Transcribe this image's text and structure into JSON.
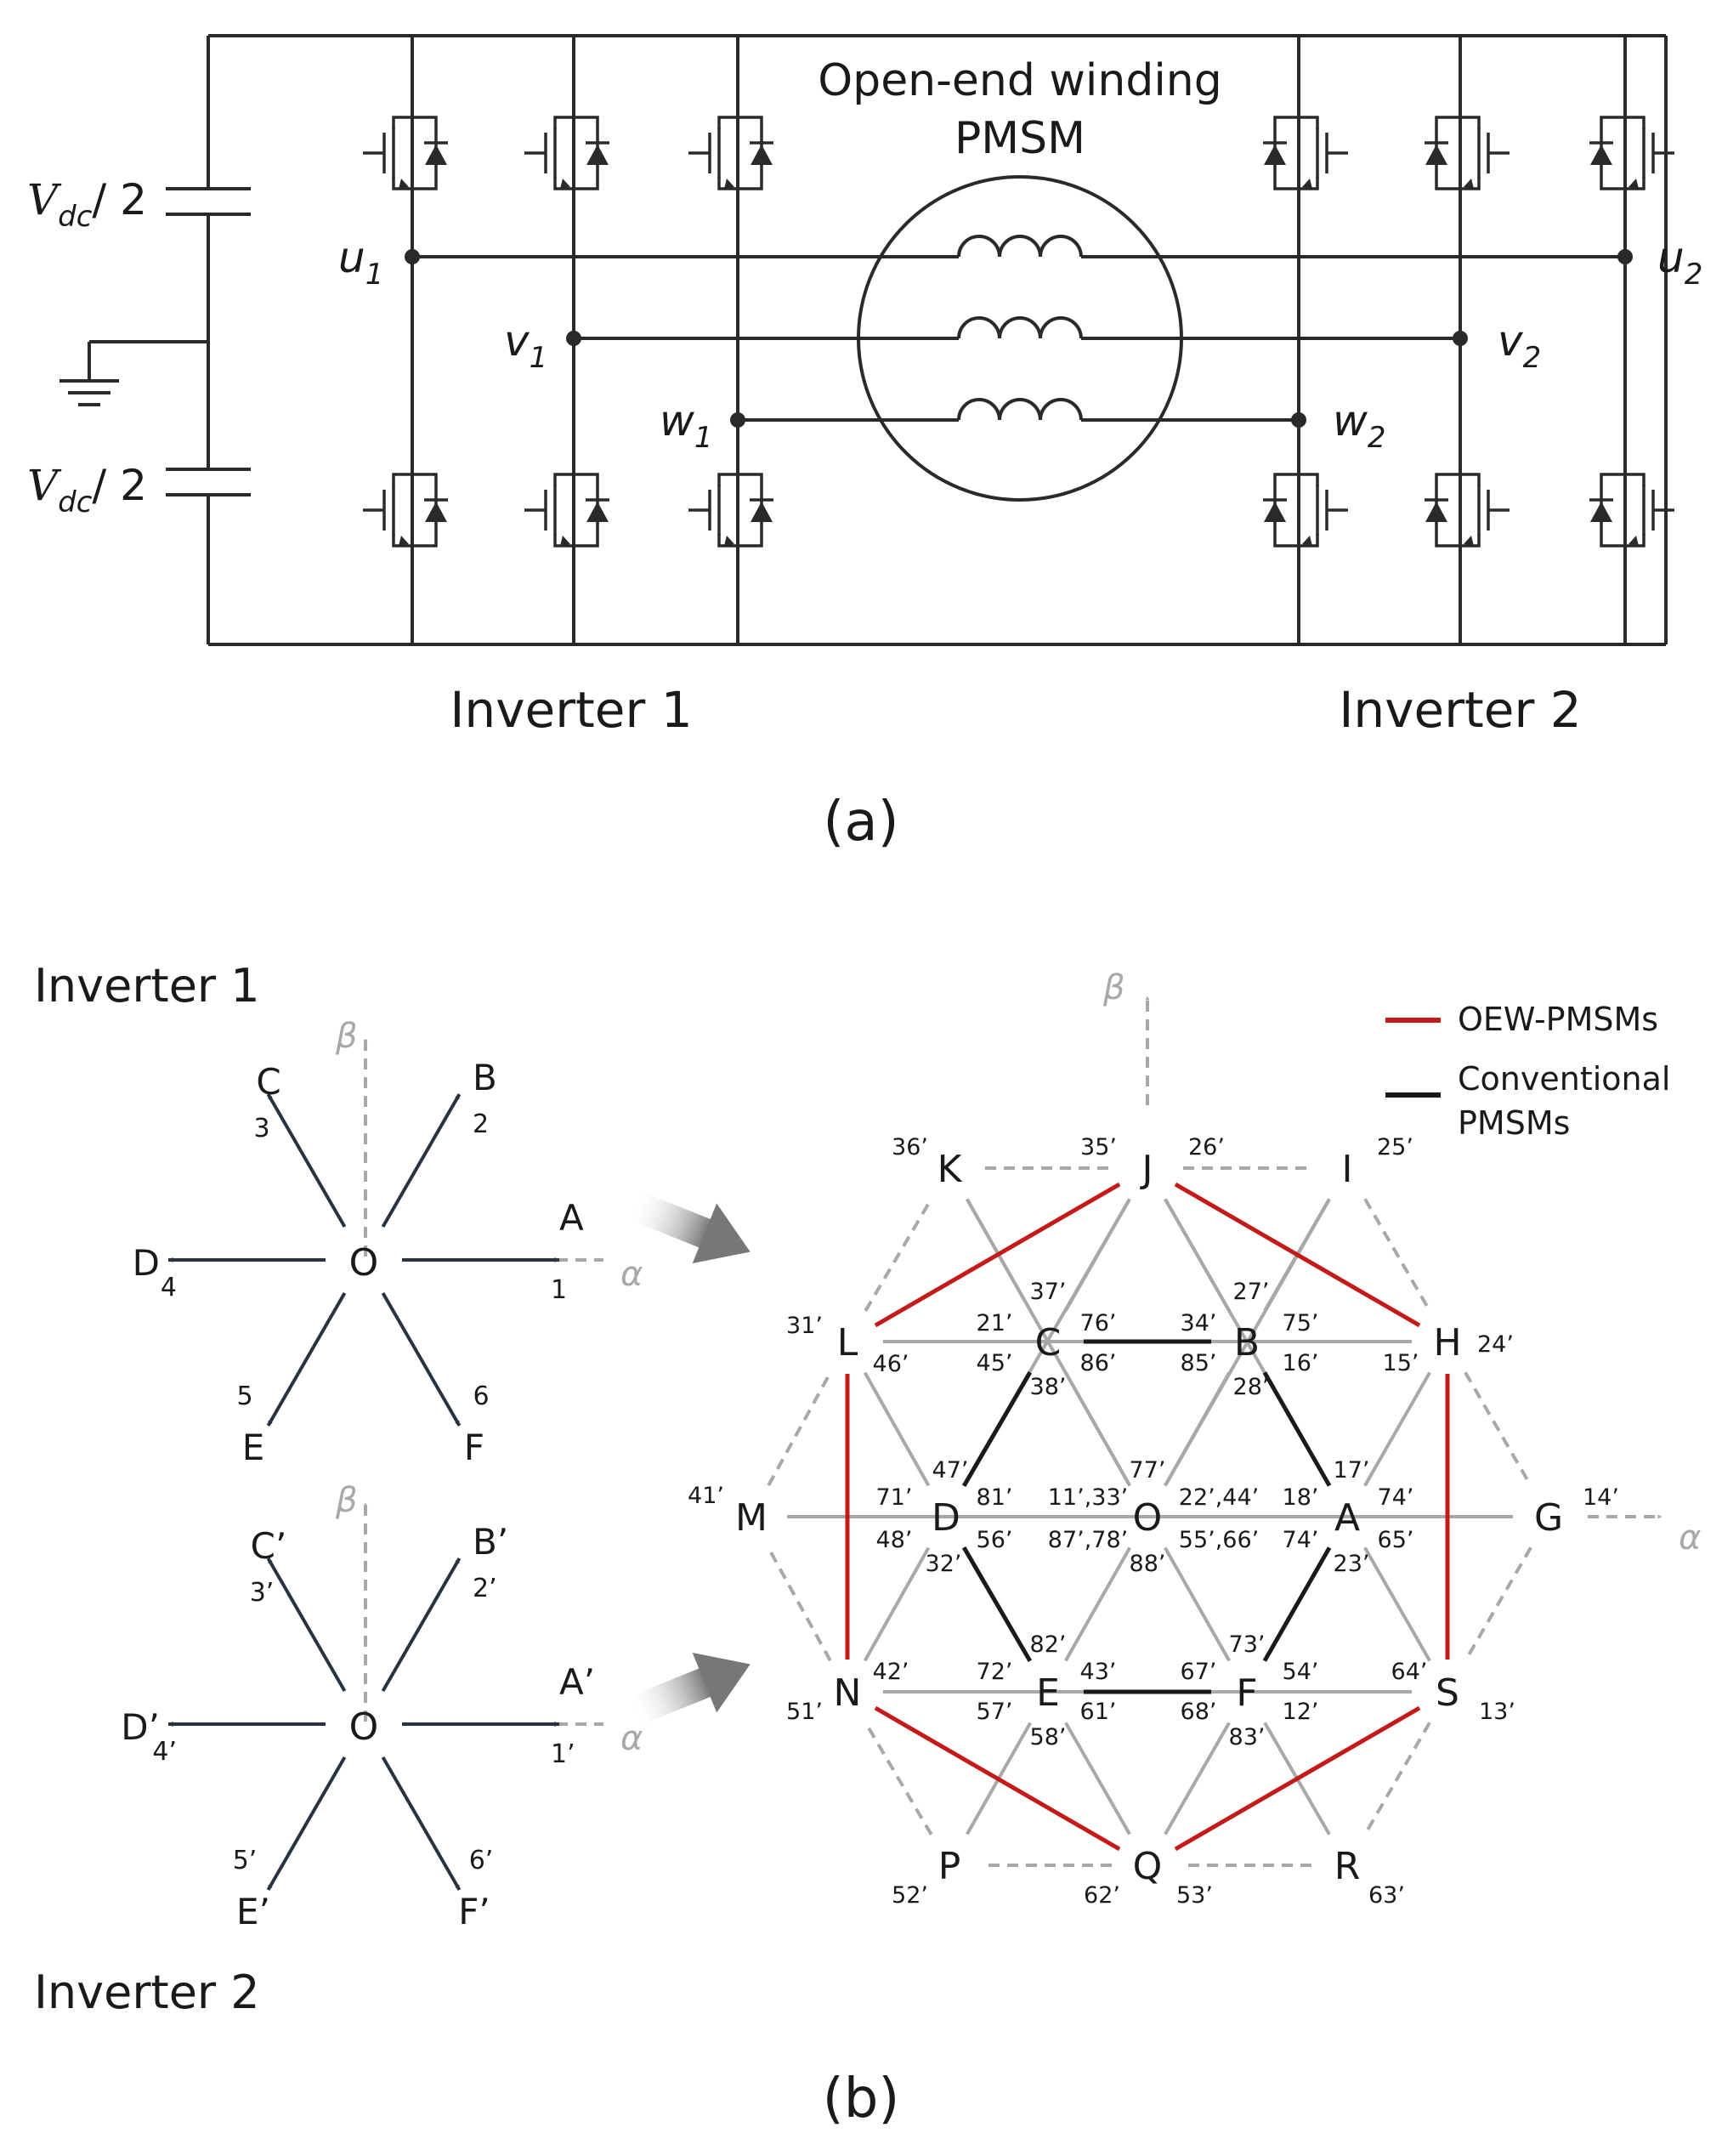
{
  "circuit": {
    "cap_top": "V",
    "cap_top_sub": "dc",
    "cap_top_rest": "/ 2",
    "cap_bot": "V",
    "cap_bot_sub": "dc",
    "cap_bot_rest": "/ 2",
    "u1": "u",
    "u1_sub": "1",
    "v1": "v",
    "v1_sub": "1",
    "w1": "w",
    "w1_sub": "1",
    "u2": "u",
    "u2_sub": "2",
    "v2": "v",
    "v2_sub": "2",
    "w2": "w",
    "w2_sub": "2",
    "motor_line1": "Open-end winding",
    "motor_line2": "PMSM",
    "inverter1_label": "Inverter 1",
    "inverter2_label": "Inverter 2",
    "caption": "(a)"
  },
  "inverter1_diagram": {
    "title": "Inverter 1",
    "beta": "β",
    "alpha": "α",
    "origin": "O",
    "vectors": [
      {
        "letter": "A",
        "num": "1"
      },
      {
        "letter": "B",
        "num": "2"
      },
      {
        "letter": "C",
        "num": "3"
      },
      {
        "letter": "D",
        "num": "4"
      },
      {
        "letter": "E",
        "num": "5"
      },
      {
        "letter": "F",
        "num": "6"
      }
    ]
  },
  "inverter2_diagram": {
    "title": "Inverter 2",
    "beta": "β",
    "alpha": "α",
    "origin": "O",
    "vectors": [
      {
        "letter": "A’",
        "num": "1’"
      },
      {
        "letter": "B’",
        "num": "2’"
      },
      {
        "letter": "C’",
        "num": "3’"
      },
      {
        "letter": "D’",
        "num": "4’"
      },
      {
        "letter": "E’",
        "num": "5’"
      },
      {
        "letter": "F’",
        "num": "6’"
      }
    ]
  },
  "hex_diagram": {
    "beta": "β",
    "alpha": "α",
    "legend": {
      "red_label": "OEW-PMSMs",
      "black_label1": "Conventional",
      "black_label2": "PMSMs",
      "red_color": "#c41a1a",
      "black_color": "#1a1a1a"
    },
    "nodes": {
      "O": "O",
      "A": "A",
      "B": "B",
      "C": "C",
      "D": "D",
      "E": "E",
      "F": "F",
      "G": "G",
      "H": "H",
      "I": "I",
      "J": "J",
      "K": "K",
      "L": "L",
      "M": "M",
      "N": "N",
      "P": "P",
      "Q": "Q",
      "R": "R",
      "S": "S"
    },
    "state_labels": {
      "K": "36’",
      "J_l": "35’",
      "J_r": "26’",
      "I": "25’",
      "C_top": "37’",
      "B_top": "27’",
      "L_t": "31’",
      "L_b": "46’",
      "LC_t": "21’",
      "LC_b": "45’",
      "CB_t1": "76’",
      "CB_b1": "86’",
      "CB_t2": "34’",
      "CB_b2": "85’",
      "BH_t": "75’",
      "BH_b": "16’",
      "H_l": "15’",
      "H_r": "24’",
      "C_bot": "38’",
      "B_bot": "28’",
      "D_top": "47’",
      "O_top": "77’",
      "A_top": "17’",
      "M": "41’",
      "MD_t": "71’",
      "MD_b": "48’",
      "DO_t": "81’",
      "DO_b": "56’",
      "O_lt": "11’,33’",
      "O_lb": "87’,78’",
      "O_rt": "22’,44’",
      "O_rb": "55’,66’",
      "OA_t": "18’",
      "OA_b": "74’",
      "AG_t": "74’",
      "AG_b": "65’",
      "G": "14’",
      "D_bot": "32’",
      "O_bot": "88’",
      "A_bot": "23’",
      "E_top": "82’",
      "F_top": "73’",
      "N_t": "42’",
      "N_b": "51’",
      "NE_t": "72’",
      "NE_b": "57’",
      "EF_t1": "43’",
      "EF_b1": "61’",
      "EF_t2": "67’",
      "EF_b2": "68’",
      "FS_t": "54’",
      "FS_b": "12’",
      "S_l": "64’",
      "S_r": "13’",
      "E_bot": "58’",
      "F_bot": "83’",
      "P": "52’",
      "Q_l": "62’",
      "Q_r": "53’",
      "R": "63’"
    }
  },
  "caption_b": "(b)"
}
